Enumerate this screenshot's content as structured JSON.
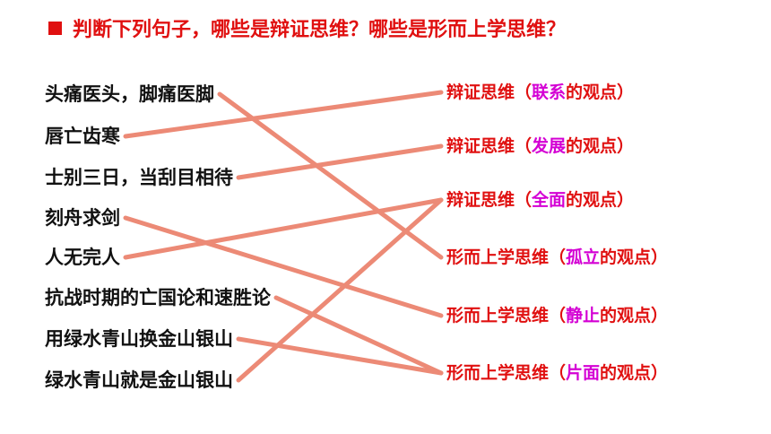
{
  "title": {
    "text": "判断下列句子，哪些是辩证思维？哪些是形而上学思维？"
  },
  "colors": {
    "title": "#e01010",
    "highlight": "#d400d4",
    "line": "#ec8a76",
    "left_text": "#111111"
  },
  "left_items": [
    {
      "text": "头痛医头，脚痛医脚"
    },
    {
      "text": "唇亡齿寒"
    },
    {
      "text": "士别三日，当刮目相待"
    },
    {
      "text": "刻舟求剑"
    },
    {
      "text": "人无完人"
    },
    {
      "text": "抗战时期的亡国论和速胜论"
    },
    {
      "text": "用绿水青山换金山银山"
    },
    {
      "text": "绿水青山就是金山银山"
    }
  ],
  "right_items": [
    {
      "prefix": "辩证思维（",
      "highlight": "联系",
      "suffix": "的观点）"
    },
    {
      "prefix": "辩证思维（",
      "highlight": "发展",
      "suffix": "的观点）"
    },
    {
      "prefix": "辩证思维（",
      "highlight": "全面",
      "suffix": "的观点）"
    },
    {
      "prefix": "形而上学思维（",
      "highlight": "孤立",
      "suffix": "的观点）"
    },
    {
      "prefix": "形而上学思维（",
      "highlight": "静止",
      "suffix": "的观点）"
    },
    {
      "prefix": "形而上学思维（",
      "highlight": "片面",
      "suffix": "的观点）"
    }
  ],
  "connections": [
    {
      "from": 0,
      "to": 3
    },
    {
      "from": 1,
      "to": 0
    },
    {
      "from": 2,
      "to": 1
    },
    {
      "from": 3,
      "to": 4
    },
    {
      "from": 4,
      "to": 2
    },
    {
      "from": 5,
      "to": 5
    },
    {
      "from": 6,
      "to": 5
    },
    {
      "from": 7,
      "to": 2
    }
  ]
}
